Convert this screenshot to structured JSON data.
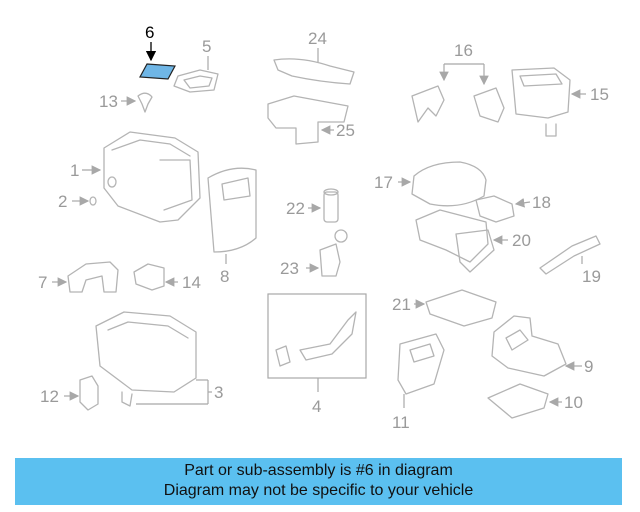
{
  "diagram": {
    "callouts": {
      "c1": "1",
      "c2": "2",
      "c3": "3",
      "c4": "4",
      "c5": "5",
      "c6": "6",
      "c7": "7",
      "c8": "8",
      "c9": "9",
      "c10": "10",
      "c11": "11",
      "c12": "12",
      "c13": "13",
      "c14": "14",
      "c15": "15",
      "c16": "16",
      "c17": "17",
      "c18": "18",
      "c19": "19",
      "c20": "20",
      "c21": "21",
      "c22": "22",
      "c23": "23",
      "c24": "24",
      "c25": "25"
    },
    "highlight_part": "6",
    "colors": {
      "highlight_fill": "#6fb6e6",
      "part_stroke": "#b4b4b4",
      "banner": "#5bc0f0"
    }
  },
  "banner": {
    "line1": "Part or sub-assembly is #6 in diagram",
    "line2": "Diagram may not be specific to your vehicle"
  }
}
